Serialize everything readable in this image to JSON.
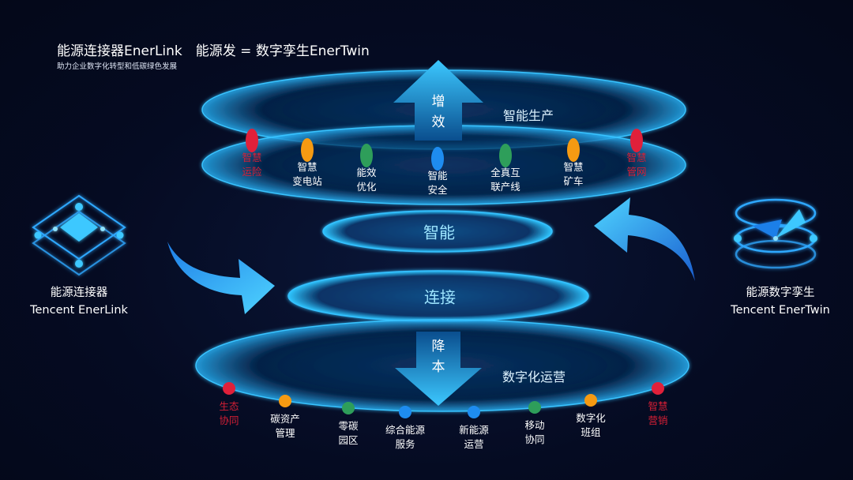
{
  "header": {
    "title": "能源连接器EnerLink　能源发 = 数字孪生EnerTwin",
    "subtitle": "助力企业数字化转型和低碳绿色发展"
  },
  "top_ring": {
    "label": "智能生产",
    "arrow": [
      "增",
      "效"
    ],
    "nodes": [
      {
        "lines": [
          "智慧",
          "运险"
        ],
        "color": "#e0203a",
        "text_color": "#d61f35"
      },
      {
        "lines": [
          "智慧",
          "变电站"
        ],
        "color": "#f59a12",
        "text_color": "#ffffff"
      },
      {
        "lines": [
          "能效",
          "优化"
        ],
        "color": "#2e9e5a",
        "text_color": "#ffffff"
      },
      {
        "lines": [
          "智能",
          "安全"
        ],
        "color": "#1e8cf0",
        "text_color": "#ffffff"
      },
      {
        "lines": [
          "全真互",
          "联产线"
        ],
        "color": "#2e9e5a",
        "text_color": "#ffffff"
      },
      {
        "lines": [
          "智慧",
          "矿车"
        ],
        "color": "#f59a12",
        "text_color": "#ffffff"
      },
      {
        "lines": [
          "智慧",
          "管网"
        ],
        "color": "#e0203a",
        "text_color": "#d61f35"
      }
    ]
  },
  "core": {
    "smart": "智能",
    "connect": "连接"
  },
  "bottom_ring": {
    "label": "数字化运营",
    "arrow": [
      "降",
      "本"
    ],
    "nodes": [
      {
        "lines": [
          "生态",
          "协同"
        ],
        "color": "#e0203a",
        "text_color": "#d61f35"
      },
      {
        "lines": [
          "碳资产",
          "管理"
        ],
        "color": "#f59a12",
        "text_color": "#ffffff"
      },
      {
        "lines": [
          "零碳",
          "园区"
        ],
        "color": "#2e9e5a",
        "text_color": "#ffffff"
      },
      {
        "lines": [
          "综合能源",
          "服务"
        ],
        "color": "#1e8cf0",
        "text_color": "#ffffff"
      },
      {
        "lines": [
          "新能源",
          "运营"
        ],
        "color": "#1e8cf0",
        "text_color": "#ffffff"
      },
      {
        "lines": [
          "移动",
          "协同"
        ],
        "color": "#2e9e5a",
        "text_color": "#ffffff"
      },
      {
        "lines": [
          "数字化",
          "班组"
        ],
        "color": "#f59a12",
        "text_color": "#ffffff"
      },
      {
        "lines": [
          "智慧",
          "营销"
        ],
        "color": "#e0203a",
        "text_color": "#d61f35"
      }
    ]
  },
  "left_product": {
    "icon": "layers-icon",
    "name": "能源连接器",
    "name_en": "Tencent EnerLink"
  },
  "right_product": {
    "icon": "twin-cylinder-icon",
    "name": "能源数字孪生",
    "name_en": "Tencent EnerTwin"
  }
}
